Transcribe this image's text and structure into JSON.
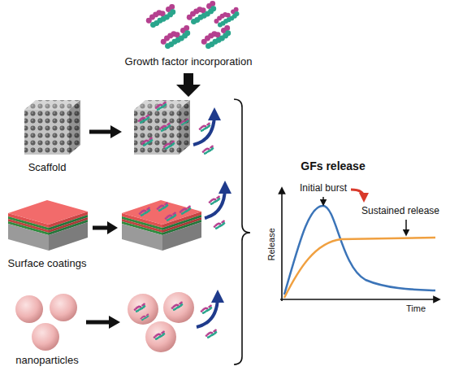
{
  "diagram": {
    "labels": [
      "Growth factor incorporation",
      "Scaffold",
      "Surface coatings",
      "nanoparticles",
      "GFs release",
      "Release",
      "Time",
      "Initial burst",
      "Sustained release"
    ]
  }
}
